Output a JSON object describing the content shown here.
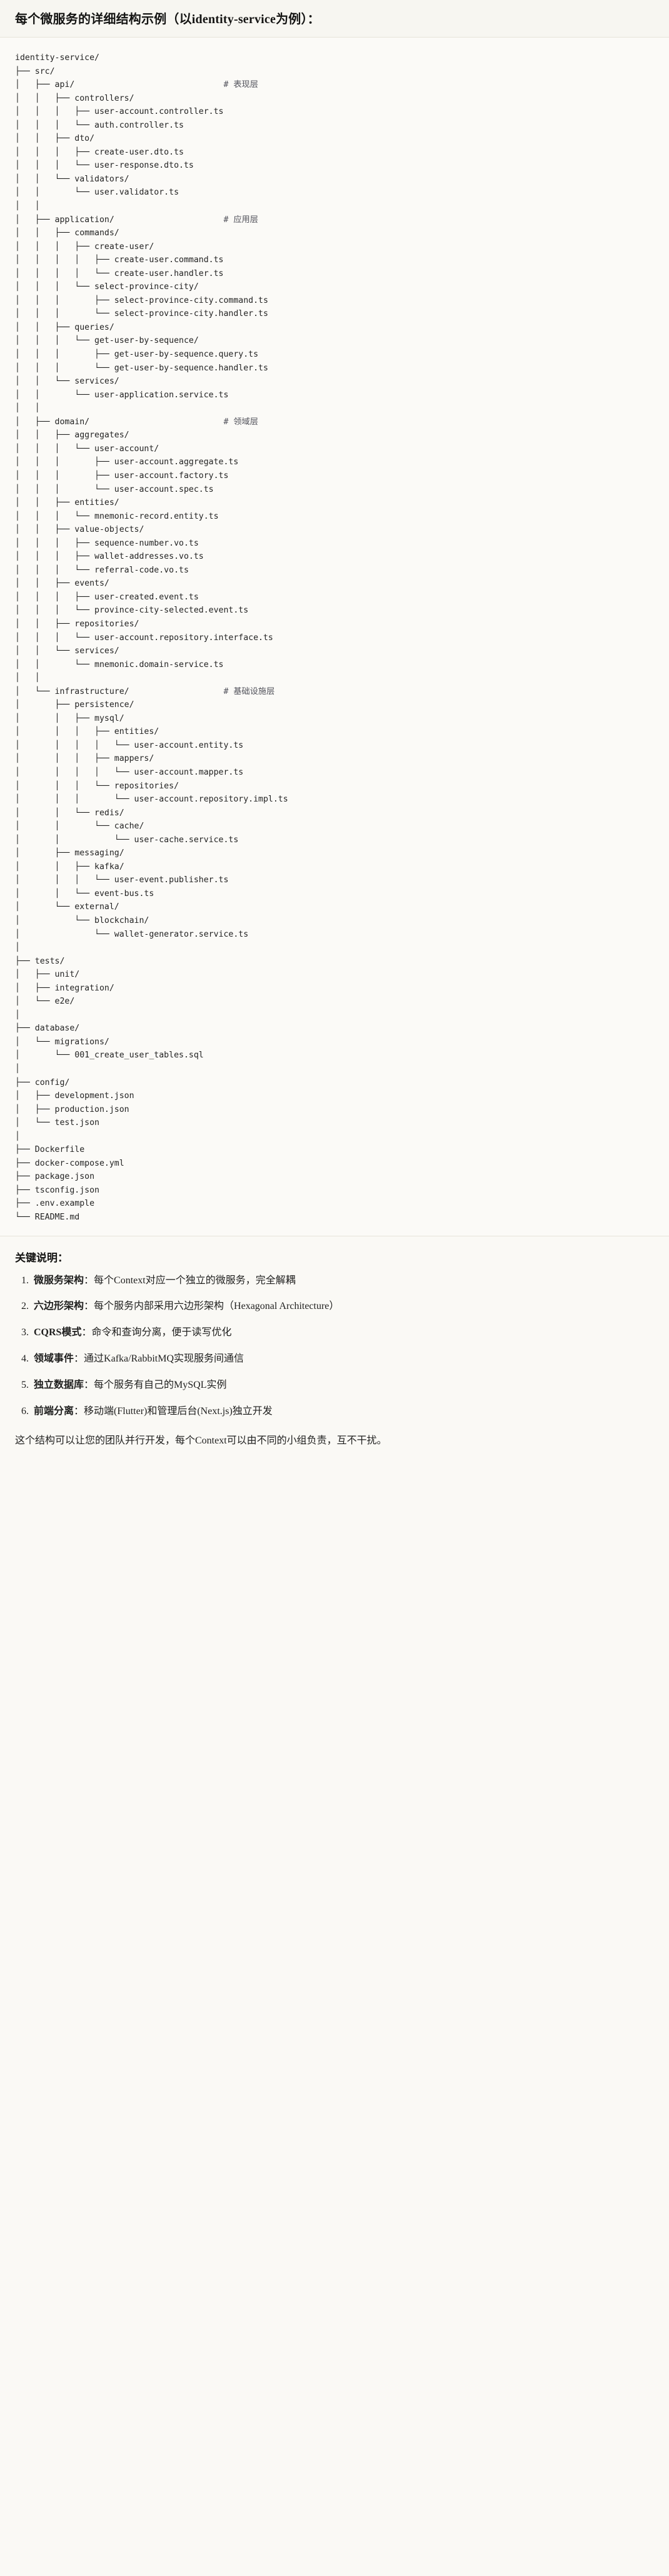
{
  "header": {
    "title": "每个微服务的详细结构示例（以identity-service为例）："
  },
  "tree": {
    "root_label": "identity-service/",
    "comments": {
      "api": "# 表现层",
      "application": "# 应用层",
      "domain": "# 领域层",
      "infrastructure": "# 基础设施层"
    },
    "text": "identity-service/\n├── src/\n│   ├── api/                              # 表现层\n│   │   ├── controllers/\n│   │   │   ├── user-account.controller.ts\n│   │   │   └── auth.controller.ts\n│   │   ├── dto/\n│   │   │   ├── create-user.dto.ts\n│   │   │   └── user-response.dto.ts\n│   │   └── validators/\n│   │       └── user.validator.ts\n│   │\n│   ├── application/                      # 应用层\n│   │   ├── commands/\n│   │   │   ├── create-user/\n│   │   │   │   ├── create-user.command.ts\n│   │   │   │   └── create-user.handler.ts\n│   │   │   └── select-province-city/\n│   │   │       ├── select-province-city.command.ts\n│   │   │       └── select-province-city.handler.ts\n│   │   ├── queries/\n│   │   │   └── get-user-by-sequence/\n│   │   │       ├── get-user-by-sequence.query.ts\n│   │   │       └── get-user-by-sequence.handler.ts\n│   │   └── services/\n│   │       └── user-application.service.ts\n│   │\n│   ├── domain/                           # 领域层\n│   │   ├── aggregates/\n│   │   │   └── user-account/\n│   │   │       ├── user-account.aggregate.ts\n│   │   │       ├── user-account.factory.ts\n│   │   │       └── user-account.spec.ts\n│   │   ├── entities/\n│   │   │   └── mnemonic-record.entity.ts\n│   │   ├── value-objects/\n│   │   │   ├── sequence-number.vo.ts\n│   │   │   ├── wallet-addresses.vo.ts\n│   │   │   └── referral-code.vo.ts\n│   │   ├── events/\n│   │   │   ├── user-created.event.ts\n│   │   │   └── province-city-selected.event.ts\n│   │   ├── repositories/\n│   │   │   └── user-account.repository.interface.ts\n│   │   └── services/\n│   │       └── mnemonic.domain-service.ts\n│   │\n│   └── infrastructure/                   # 基础设施层\n│       ├── persistence/\n│       │   ├── mysql/\n│       │   │   ├── entities/\n│       │   │   │   └── user-account.entity.ts\n│       │   │   ├── mappers/\n│       │   │   │   └── user-account.mapper.ts\n│       │   │   └── repositories/\n│       │   │       └── user-account.repository.impl.ts\n│       │   └── redis/\n│       │       └── cache/\n│       │           └── user-cache.service.ts\n│       ├── messaging/\n│       │   ├── kafka/\n│       │   │   └── user-event.publisher.ts\n│       │   └── event-bus.ts\n│       └── external/\n│           └── blockchain/\n│               └── wallet-generator.service.ts\n│\n├── tests/\n│   ├── unit/\n│   ├── integration/\n│   └── e2e/\n│\n├── database/\n│   └── migrations/\n│       └── 001_create_user_tables.sql\n│\n├── config/\n│   ├── development.json\n│   ├── production.json\n│   └── test.json\n│\n├── Dockerfile\n├── docker-compose.yml\n├── package.json\n├── tsconfig.json\n├── .env.example\n└── README.md"
  },
  "keypoints": {
    "title": "关键说明：",
    "items": [
      {
        "label": "微服务架构",
        "sep": "：",
        "text": "每个Context对应一个独立的微服务，完全解耦"
      },
      {
        "label": "六边形架构",
        "sep": "：",
        "text": "每个服务内部采用六边形架构（Hexagonal Architecture）"
      },
      {
        "label": "CQRS模式",
        "sep": "：",
        "text": "命令和查询分离，便于读写优化"
      },
      {
        "label": "领域事件",
        "sep": "：",
        "text": "通过Kafka/RabbitMQ实现服务间通信"
      },
      {
        "label": "独立数据库",
        "sep": "：",
        "text": "每个服务有自己的MySQL实例"
      },
      {
        "label": "前端分离",
        "sep": "：",
        "text": "移动端(Flutter)和管理后台(Next.js)独立开发"
      }
    ],
    "closing": "这个结构可以让您的团队并行开发，每个Context可以由不同的小组负责，互不干扰。"
  },
  "colors": {
    "background": "#faf9f5",
    "code_background": "#fbfaf7",
    "text": "#191919",
    "comment": "#52525b",
    "divider": "#e6e4da"
  }
}
